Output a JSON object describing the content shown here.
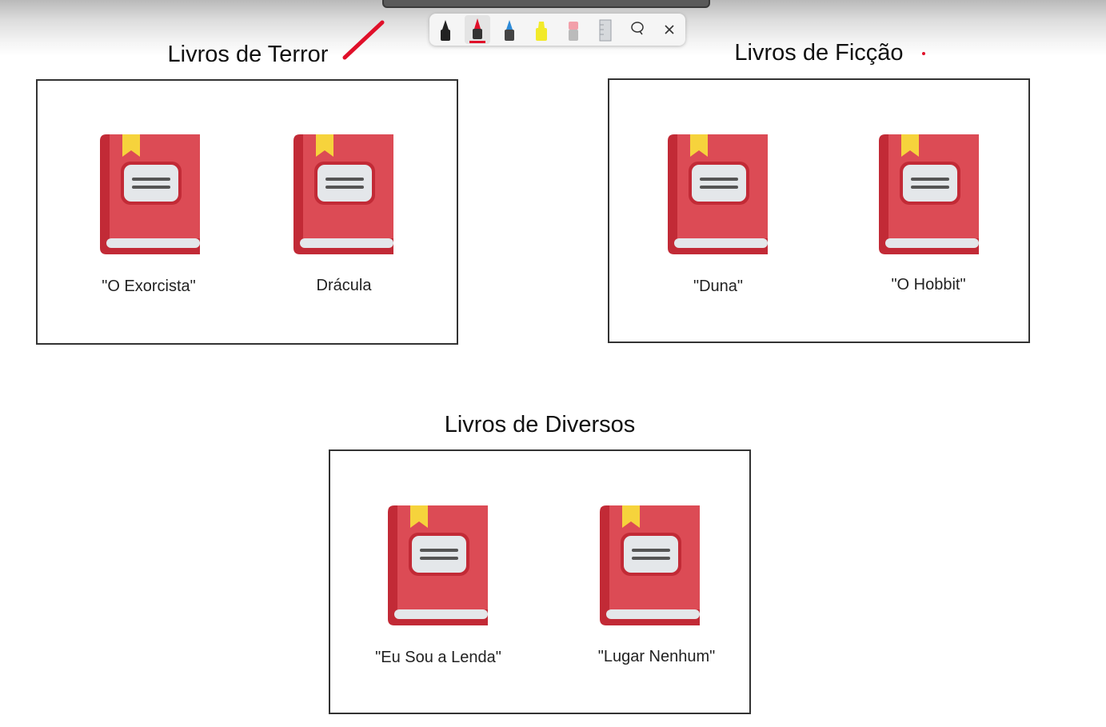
{
  "colors": {
    "book_cover": "#dc4b55",
    "book_spine": "#c22a36",
    "book_pages": "#e4e7ea",
    "bookmark": "#f6d33c",
    "label_plate": "#e4e7ea",
    "ink_annotation": "#e0102a"
  },
  "toolbar": {
    "tools": [
      {
        "name": "pen-black",
        "icon": "pen-icon",
        "color": "#222222"
      },
      {
        "name": "pen-red",
        "icon": "pen-icon",
        "color": "#e0102a",
        "selected": true
      },
      {
        "name": "pen-blue",
        "icon": "pen-icon",
        "color": "#2e8bd8"
      },
      {
        "name": "highlighter-yellow",
        "icon": "highlighter-icon",
        "color": "#f2ea2a"
      },
      {
        "name": "eraser",
        "icon": "eraser-icon",
        "color": "#f2a0aa"
      },
      {
        "name": "ruler",
        "icon": "ruler-icon",
        "color": "#9aa0a6"
      },
      {
        "name": "lasso",
        "icon": "lasso-icon",
        "color": "#333333"
      },
      {
        "name": "close",
        "icon": "close-icon",
        "color": "#333333"
      }
    ]
  },
  "sections": {
    "terror": {
      "title": "Livros de Terror",
      "books": [
        {
          "title": "\"O Exorcista\""
        },
        {
          "title": "Drácula"
        }
      ]
    },
    "ficcao": {
      "title": "Livros de Ficção",
      "books": [
        {
          "title": "\"Duna\""
        },
        {
          "title": "\"O Hobbit\""
        }
      ]
    },
    "diversos": {
      "title": "Livros de Diversos",
      "books": [
        {
          "title": "\"Eu Sou a Lenda\""
        },
        {
          "title": "\"Lugar Nenhum\""
        }
      ]
    }
  }
}
